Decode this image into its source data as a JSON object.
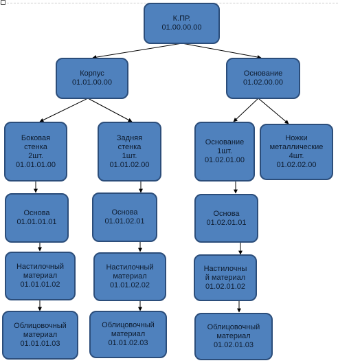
{
  "colors": {
    "node_fill": "#4f81bd",
    "node_border": "#2b4d7a",
    "node_text": "#0d1b2e",
    "line": "#000000"
  },
  "nodes": {
    "root": {
      "lines": [
        "К.ПР.",
        "01.00.00.00"
      ]
    },
    "korpus": {
      "lines": [
        "Корпус",
        "01.01.00.00"
      ]
    },
    "osnovanie": {
      "lines": [
        "Основание",
        "01.02.00.00"
      ]
    },
    "bokovaya": {
      "lines": [
        "Боковая",
        "стенка",
        "2шт.",
        "01.01.01.00"
      ]
    },
    "zadnyaya": {
      "lines": [
        "Задняя",
        "стенка",
        "1шт.",
        "01.01.02.00"
      ]
    },
    "osnovanie1": {
      "lines": [
        "Основание",
        "1шт.",
        "01.02.01.00"
      ]
    },
    "nozhki": {
      "lines": [
        "Ножки",
        "металлические",
        "4шт.",
        "01.02.02.00"
      ]
    },
    "osnova1": {
      "lines": [
        "Основа",
        "01.01.01.01"
      ]
    },
    "osnova2": {
      "lines": [
        "Основа",
        "01.01.02.01"
      ]
    },
    "osnova3": {
      "lines": [
        "Основа",
        "01.02.01.01"
      ]
    },
    "nastil1": {
      "lines": [
        "Настилочный",
        "материал",
        "01.01.01.02"
      ]
    },
    "nastil2": {
      "lines": [
        "Настилочный",
        "материал",
        "01.01.02.02"
      ]
    },
    "nastil3": {
      "lines": [
        "Настилочны",
        "й материал",
        "01.02.01.02"
      ]
    },
    "oblic1": {
      "lines": [
        "Облицовочный",
        "материал",
        "01.01.01.03"
      ]
    },
    "oblic2": {
      "lines": [
        "Облицовочный",
        "материал",
        "01.01.02.03"
      ]
    },
    "oblic3": {
      "lines": [
        "Облицовочный",
        "материал",
        "01.02.01.03"
      ]
    }
  }
}
